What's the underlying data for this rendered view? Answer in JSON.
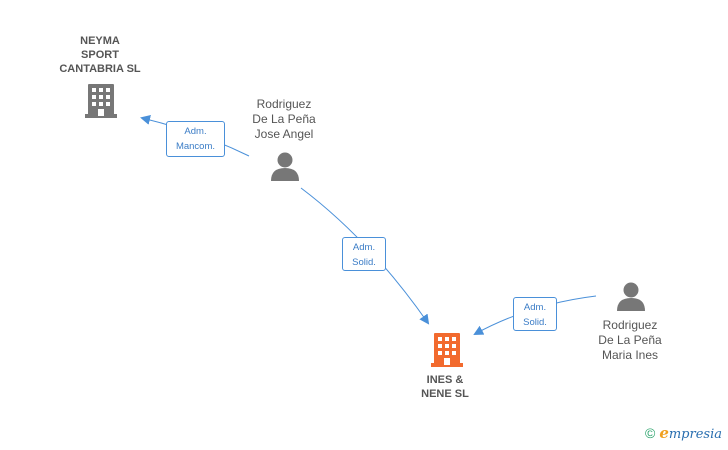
{
  "colors": {
    "edge": "#4a90d9",
    "company_icon": "#777777",
    "target_company_icon": "#f26a2e",
    "person_icon": "#777777",
    "brand_green": "#2aa36b",
    "brand_orange": "#f0a020"
  },
  "nodes": {
    "neyma": {
      "label": "NEYMA\nSPORT\nCANTABRIA SL",
      "icon": "building-icon"
    },
    "ines": {
      "label": "INES &\nNENE SL",
      "icon": "building-icon"
    },
    "jose": {
      "label": "Rodriguez\nDe La Peña\nJose Angel",
      "icon": "person-icon"
    },
    "maria": {
      "label": "Rodriguez\nDe La Peña\nMaria Ines",
      "icon": "person-icon"
    }
  },
  "edges": {
    "jose_neyma": {
      "label": "Adm.\nMancom."
    },
    "jose_ines": {
      "label": "Adm.\nSolid."
    },
    "maria_ines": {
      "label": "Adm.\nSolid."
    }
  },
  "brand": {
    "copyright": "©",
    "e": "e",
    "name": "mpresia"
  }
}
